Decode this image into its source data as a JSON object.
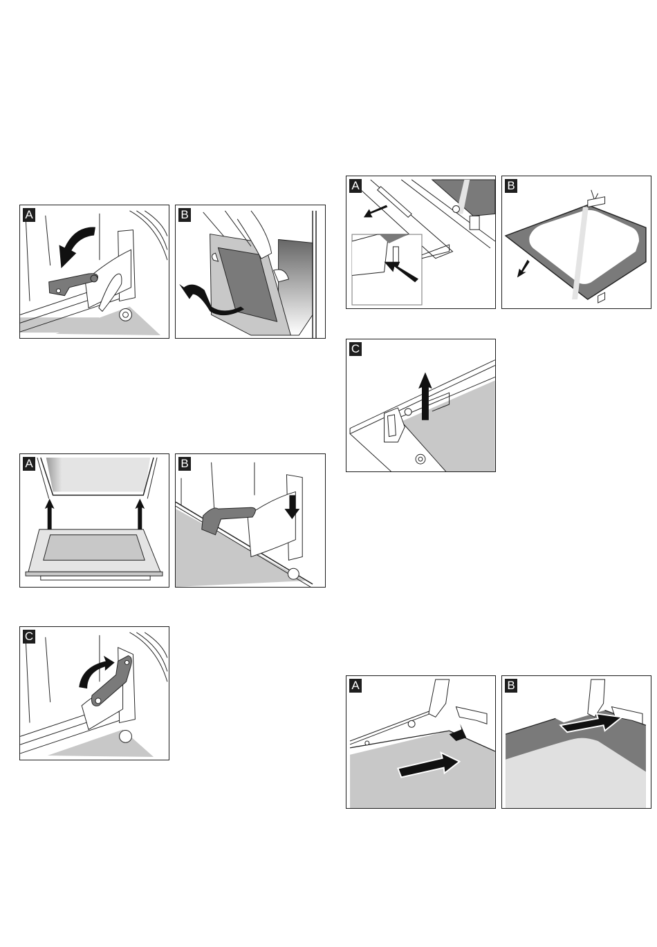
{
  "document": {
    "type": "oven door removal and installation instructions (illustrations only)",
    "figures": [
      {
        "id": "left-fig-1",
        "panels": [
          {
            "label": "A",
            "depicts": "Locking lever on hinge folded down (arrow pointing down-left)"
          },
          {
            "label": "B",
            "depicts": "Two hands lifting the oven door off, curved arrow indicating tilt and remove"
          }
        ]
      },
      {
        "id": "left-fig-2",
        "panels": [
          {
            "label": "A",
            "depicts": "Door hinges inserted into slots, two upward arrows"
          },
          {
            "label": "B",
            "depicts": "Hinge pushed down into lower slot, downward arrow"
          },
          {
            "label": "C",
            "depicts": "Locking lever folded back up (curved arrow up-right)"
          }
        ]
      },
      {
        "id": "right-fig-1",
        "panels": [
          {
            "label": "A",
            "depicts": "Cover strip removed by pressing left and right (inset with press arrow)"
          },
          {
            "label": "B",
            "depicts": "Inner glass pane pulled out (arrow down-left)"
          },
          {
            "label": "C",
            "depicts": "Retainer clip lifted off (upward arrow)"
          }
        ]
      },
      {
        "id": "right-fig-2",
        "panels": [
          {
            "label": "A",
            "depicts": "Glass pane slid under retainer (arrow right)"
          },
          {
            "label": "B",
            "depicts": "Pane pushed back into position (arrow up-right)"
          }
        ]
      }
    ]
  },
  "labels": {
    "l1a": "A",
    "l1b": "B",
    "l2a": "A",
    "l2b": "B",
    "l2c": "C",
    "r1a": "A",
    "r1b": "B",
    "r1c": "C",
    "r2a": "A",
    "r2b": "B"
  },
  "colors": {
    "outline": "#1a1a1a",
    "mid_gray": "#7a7a7a",
    "light_gray": "#c8c8c8",
    "badge_bg": "#1e1e1e"
  }
}
